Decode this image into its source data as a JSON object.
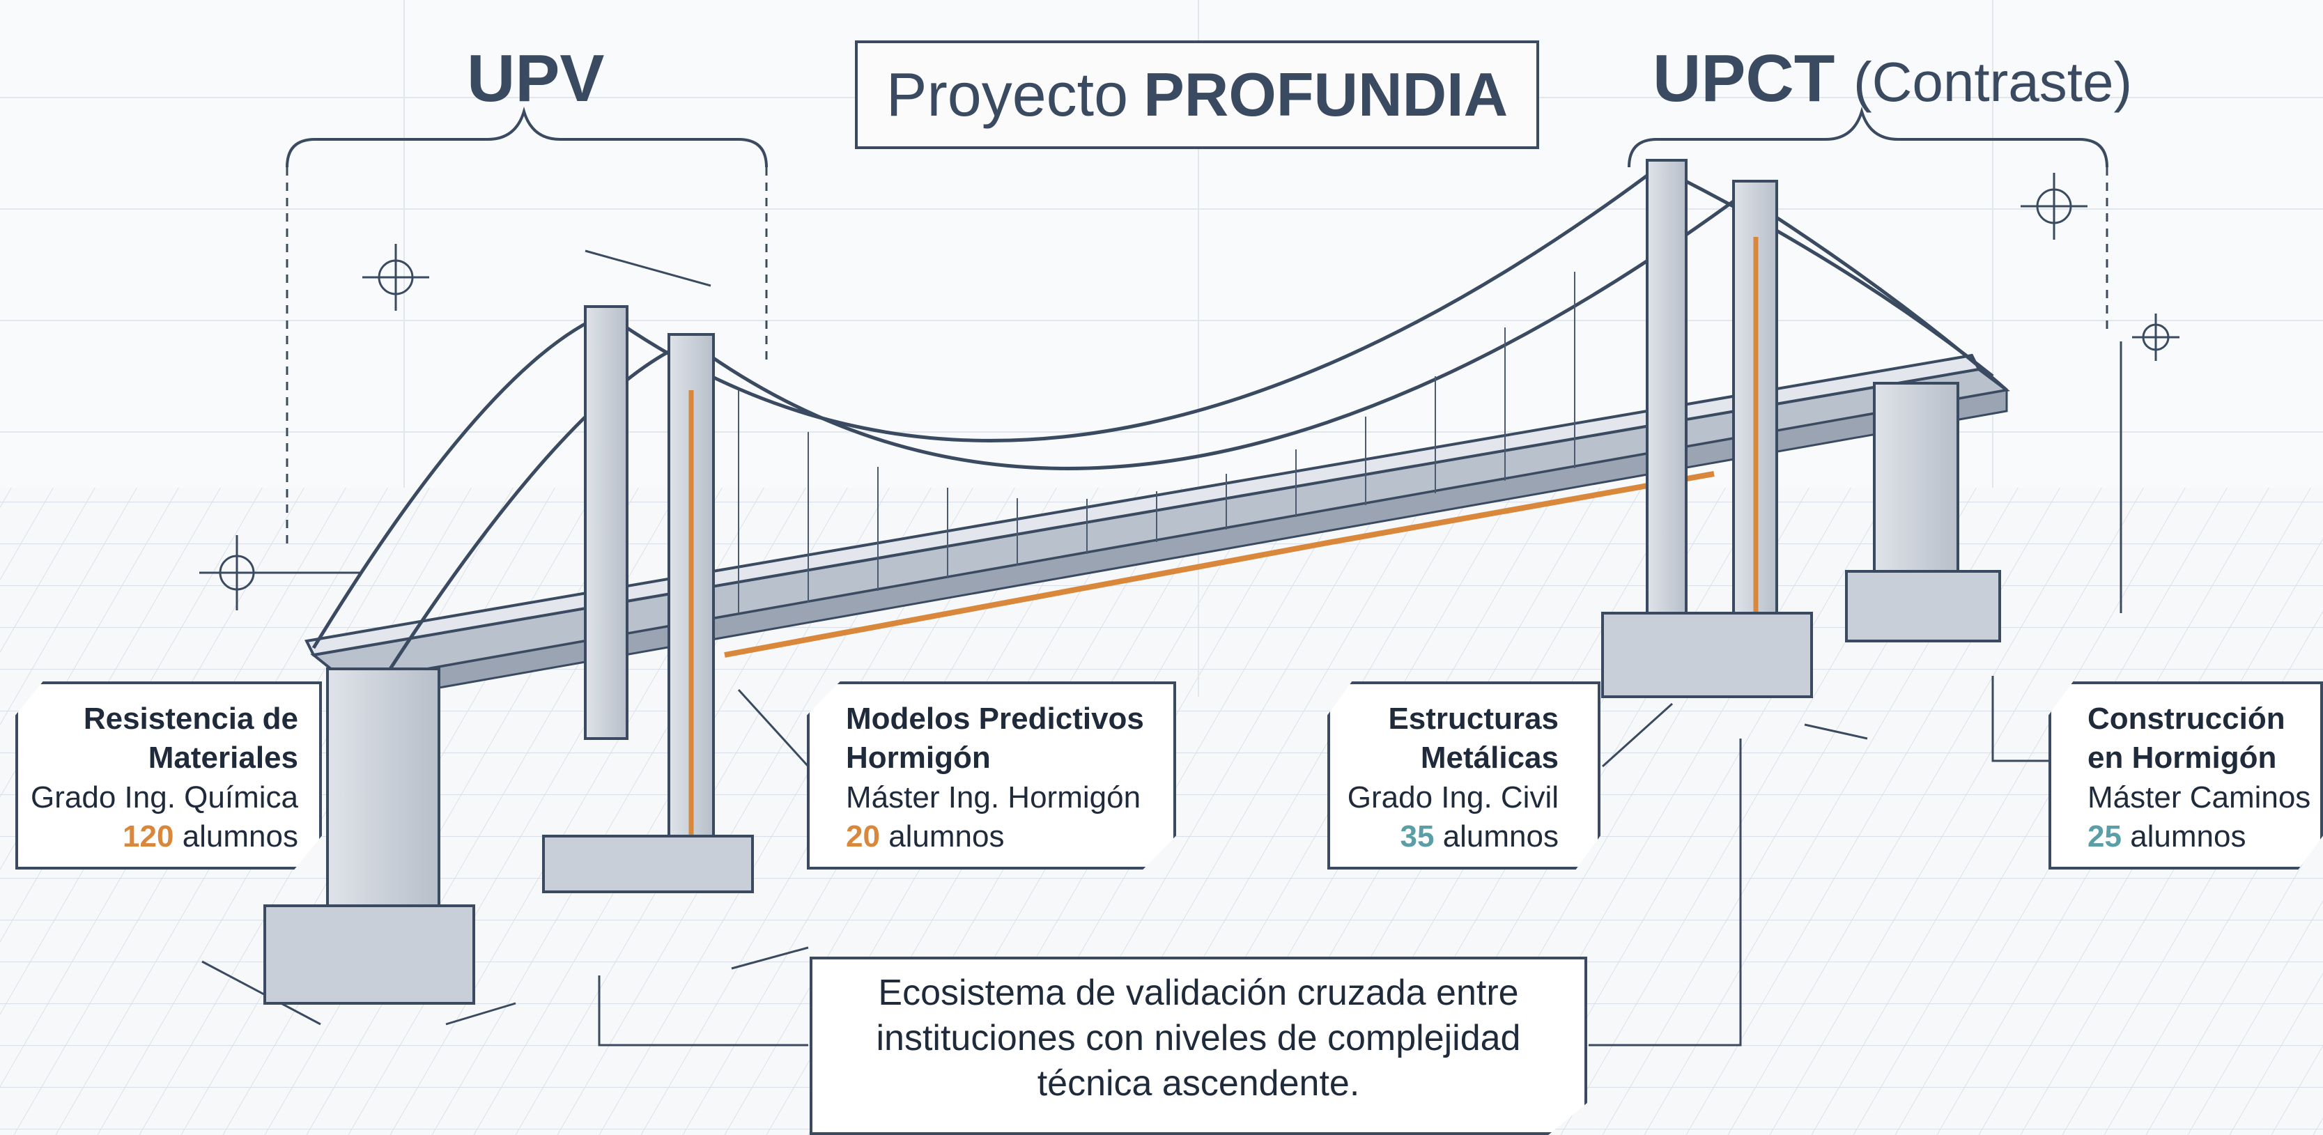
{
  "header": {
    "left": "UPV",
    "right_main": "UPCT",
    "right_paren": "(Contraste)",
    "title_prefix": "Proyecto",
    "title_bold": "PROFUNDIA"
  },
  "cards": [
    {
      "title_1": "Resistencia de",
      "title_2": "Materiales",
      "subtitle": "Grado Ing. Química",
      "count": "120",
      "count_suffix": "alumnos"
    },
    {
      "title_1": "Modelos Predictivos",
      "title_2": "Hormigón",
      "subtitle": "Máster Ing. Hormigón",
      "count": "20",
      "count_suffix": "alumnos"
    },
    {
      "title_1": "Estructuras",
      "title_2": "Metálicas",
      "subtitle": "Grado Ing. Civil",
      "count": "35",
      "count_suffix": "alumnos"
    },
    {
      "title_1": "Construcción",
      "title_2": "en Hormigón",
      "subtitle": "Máster Caminos",
      "count": "25",
      "count_suffix": "alumnos"
    }
  ],
  "caption": {
    "line_1": "Ecosistema de validación cruzada entre",
    "line_2": "instituciones con niveles de complejidad",
    "line_3": "técnica ascendente."
  },
  "colors": {
    "ink": "#3a4a60",
    "orange_accent": "#d8873b",
    "teal_accent": "#5a9fa6",
    "grid": "#c9d3df"
  }
}
